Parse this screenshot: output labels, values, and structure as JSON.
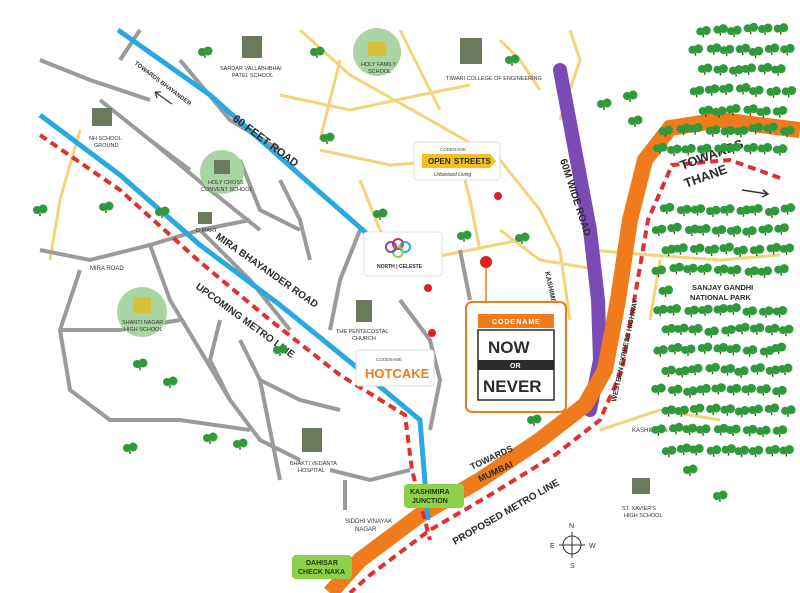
{
  "colors": {
    "local_road": "#9a9a9a",
    "minor_road": "#f4d37a",
    "blue_road": "#2aa8e0",
    "metro_line": "#e03131",
    "highway": "#f07b1c",
    "wide_road": "#7b4bb5",
    "tree": "#2e9a3a",
    "green_circle": "#a9d5a3",
    "junction_bg": "#8fd04a",
    "pin": "#e02020",
    "brand_orange": "#f07b1c",
    "brand_dark": "#2b2b2b"
  },
  "roads": {
    "sixty_feet": "60 FEET ROAD",
    "mira_bhayander": "MIRA BHAYANDER ROAD",
    "upcoming_metro": "UPCOMING METRO LINE",
    "sixty_m_wide_1": "60M WIDE ROAD",
    "sixty_m_wide_2": "60M WIDE ROAD",
    "western_express": "WESTERN EXPRESS HIGHWAY",
    "proposed_metro": "PROPOSED METRO LINE",
    "towards_bhayander": "TOWARDS BHAYANDER",
    "towards_thane_1": "TOWARDS",
    "towards_thane_2": "THANE",
    "towards_mumbai_1": "TOWARDS",
    "towards_mumbai_2": "MUMBAI",
    "mira_road": "MIRA ROAD",
    "kashimira": "KASHIMIRA",
    "kashigaon": "KASHIGAON",
    "sanjay_gandhi_1": "SANJAY GANDHI",
    "sanjay_gandhi_2": "NATIONAL PARK",
    "siddhi_vinayak_1": "SIDDHI VINAYAK",
    "siddhi_vinayak_2": "NAGAR"
  },
  "places": {
    "sardar_school_1": "SARDAR VALLABHBHAI",
    "sardar_school_2": "PATEL SCHOOL",
    "holy_family_1": "HOLY FAMILY",
    "holy_family_2": "SCHOOL",
    "tiwari_college": "TIWARI COLLEGE OF ENGINEERING",
    "nh_school_1": "NH SCHOOL",
    "nh_school_2": "GROUND",
    "holy_cross_1": "HOLY CROSS",
    "holy_cross_2": "CONVENT SCHOOL",
    "d_mart": "D-MART",
    "shanti_nagar_1": "SHANTI NAGAR",
    "shanti_nagar_2": "HIGH SCHOOL",
    "pentecostal_1": "THE PENTECOSTAL",
    "pentecostal_2": "CHURCH",
    "bhakti_hospital_1": "BHAKTI VEDANTA",
    "bhakti_hospital_2": "HOSPITAL",
    "st_xaviers_1": "ST. XAVIER'S",
    "st_xaviers_2": "HIGH SCHOOL"
  },
  "junctions": {
    "kashimira_1": "KASHIMIRA",
    "kashimira_2": "JUNCTION",
    "dahisar_1": "DAHISAR",
    "dahisar_2": "CHECK NAKA"
  },
  "projects": {
    "open_streets_code": "CODENAME",
    "open_streets_1": "OPEN",
    "open_streets_2": "STREETS",
    "open_streets_tag": "Urbanised Living",
    "north_celeste": "NORTH | CELESTE",
    "hotcake_code": "CODENAME",
    "hotcake": "HOTCAKE",
    "featured_code": "CODENAME",
    "featured_1": "NOW",
    "featured_or": "OR",
    "featured_2": "NEVER"
  },
  "compass": {
    "n": "N",
    "s": "S",
    "e": "E",
    "w": "W"
  }
}
